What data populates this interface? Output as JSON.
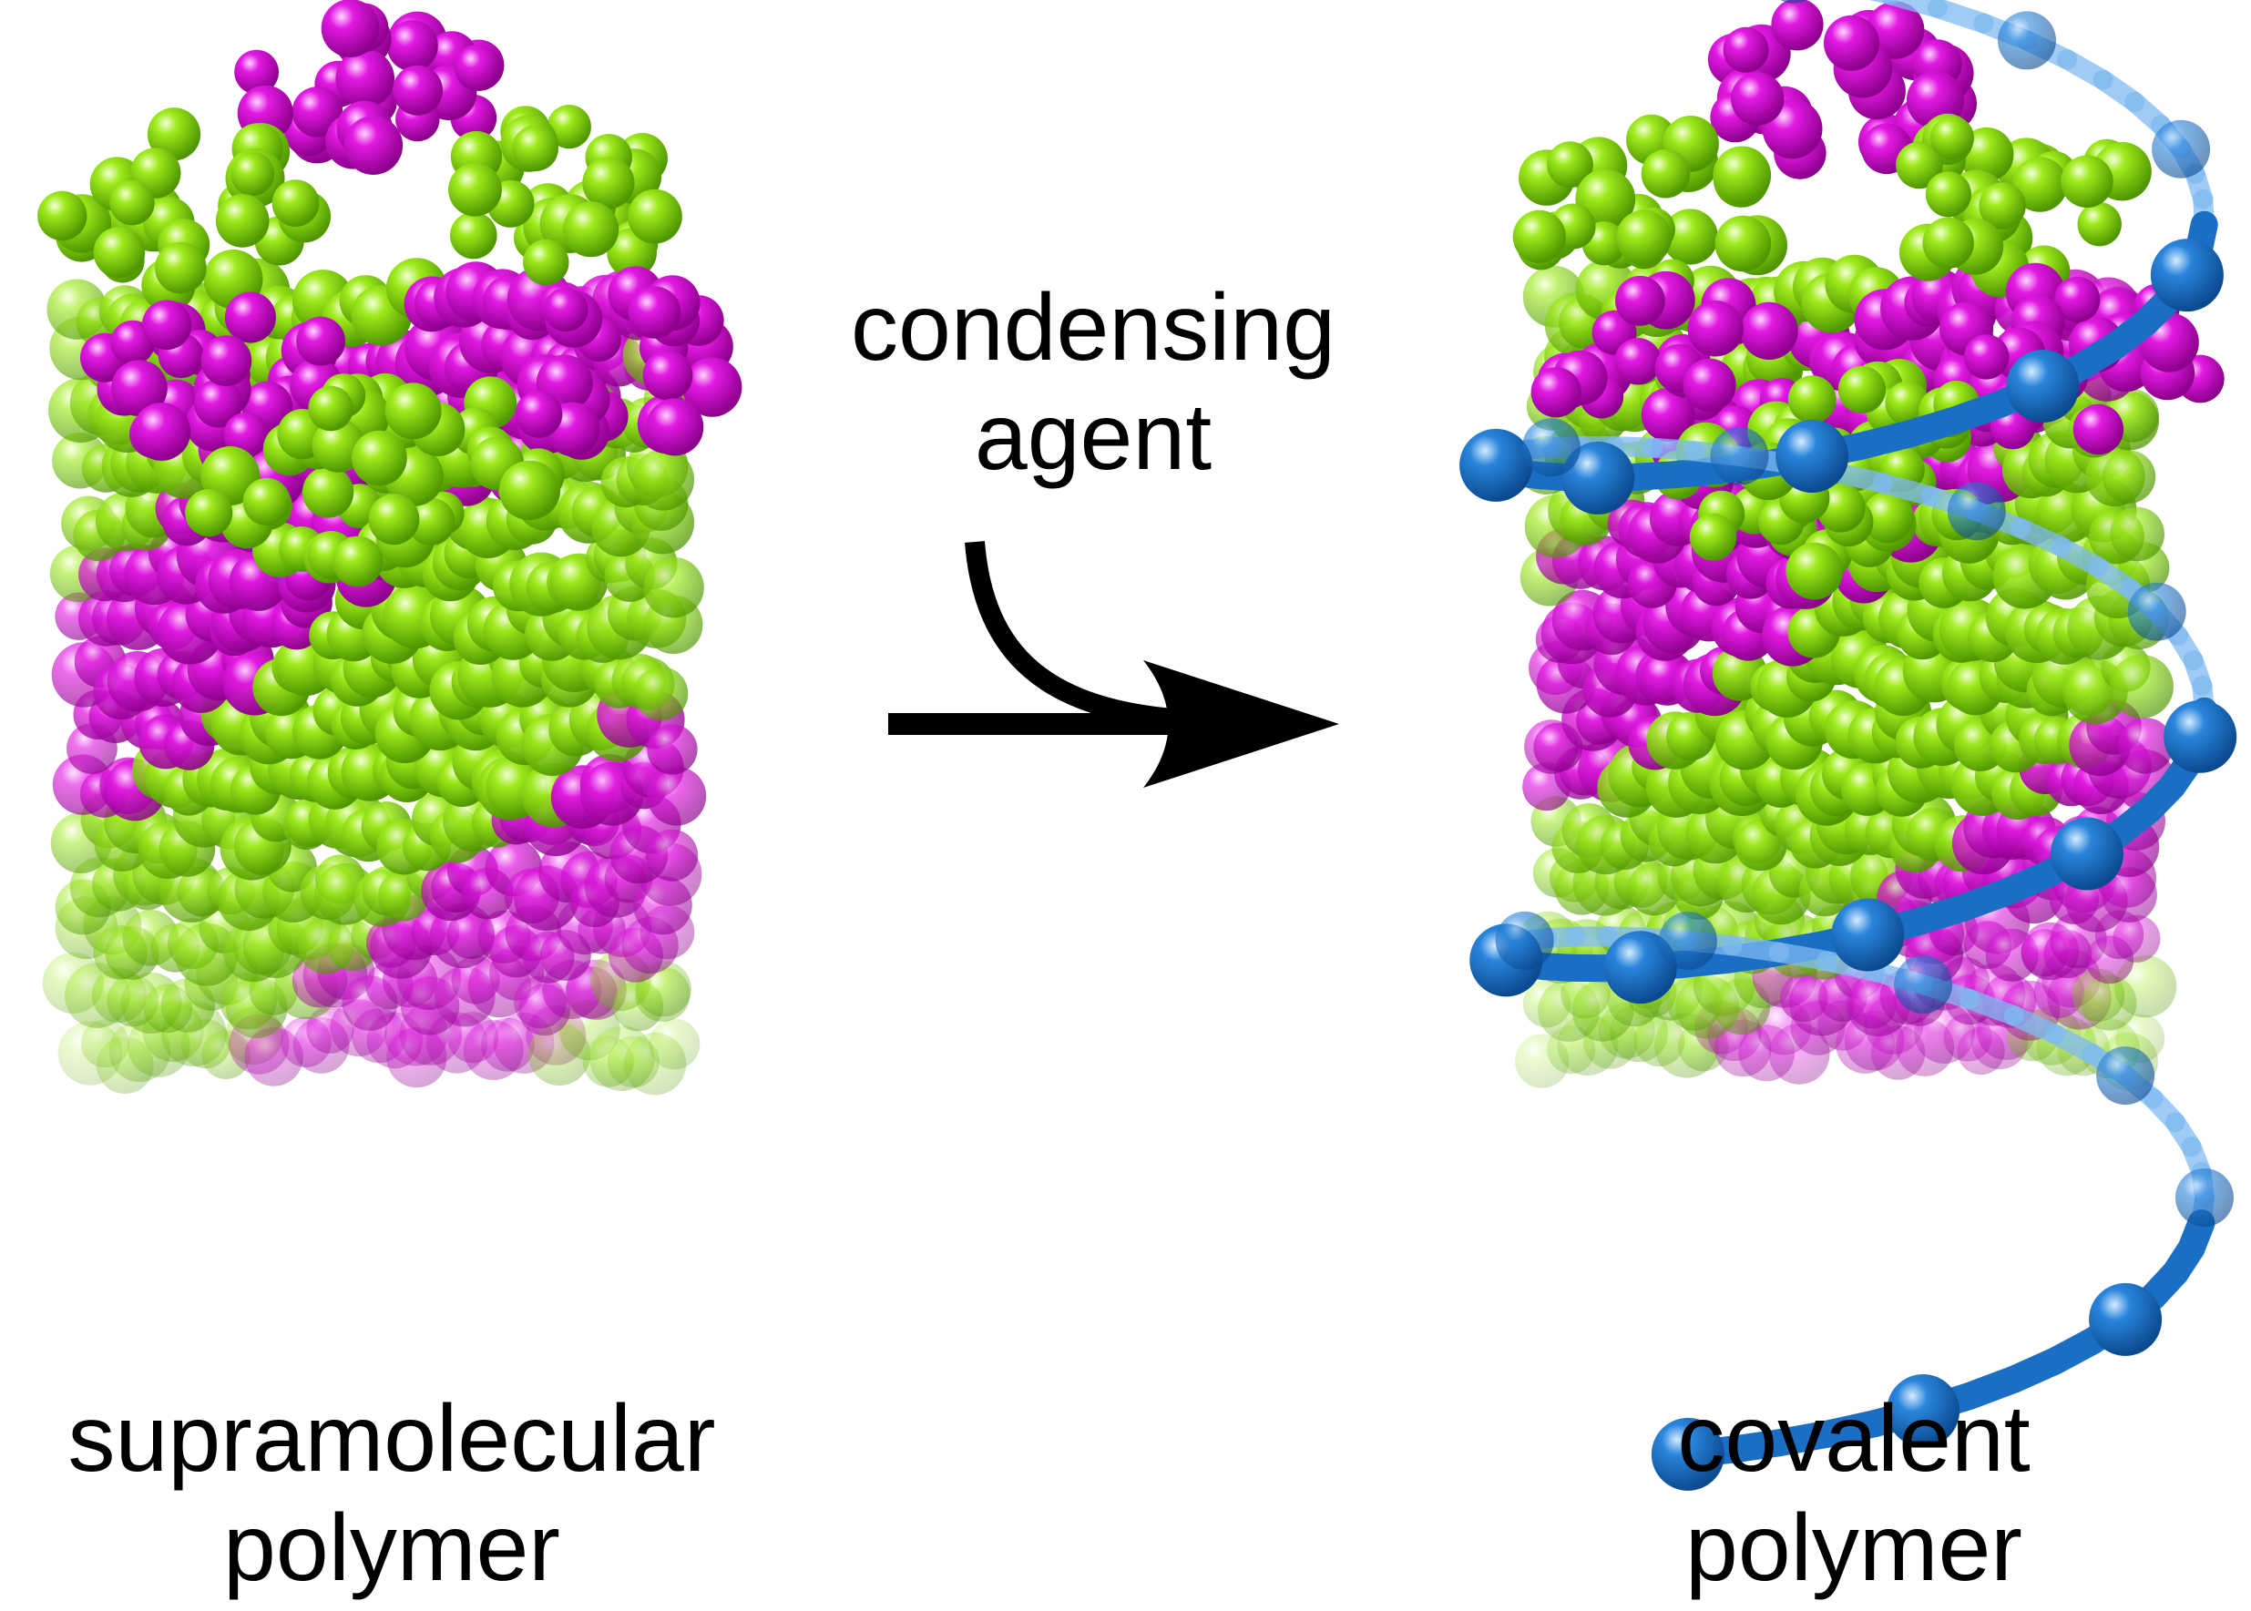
{
  "labels": {
    "reagent_line1": "condensing",
    "reagent_line2": "agent",
    "left_line1": "supramolecular",
    "left_line2": "polymer",
    "right_line1": "covalent",
    "right_line2": "polymer"
  },
  "colors": {
    "green": "#7fdc00",
    "green_light": "#c9f57a",
    "magenta": "#e000e0",
    "magenta_light": "#f6a2f6",
    "blue": "#1f78d4",
    "blue_light": "#7fbaf2",
    "arrow": "#000000",
    "background": "#ffffff"
  },
  "icons": {
    "reaction_arrow": "curved-arrow-icon"
  }
}
